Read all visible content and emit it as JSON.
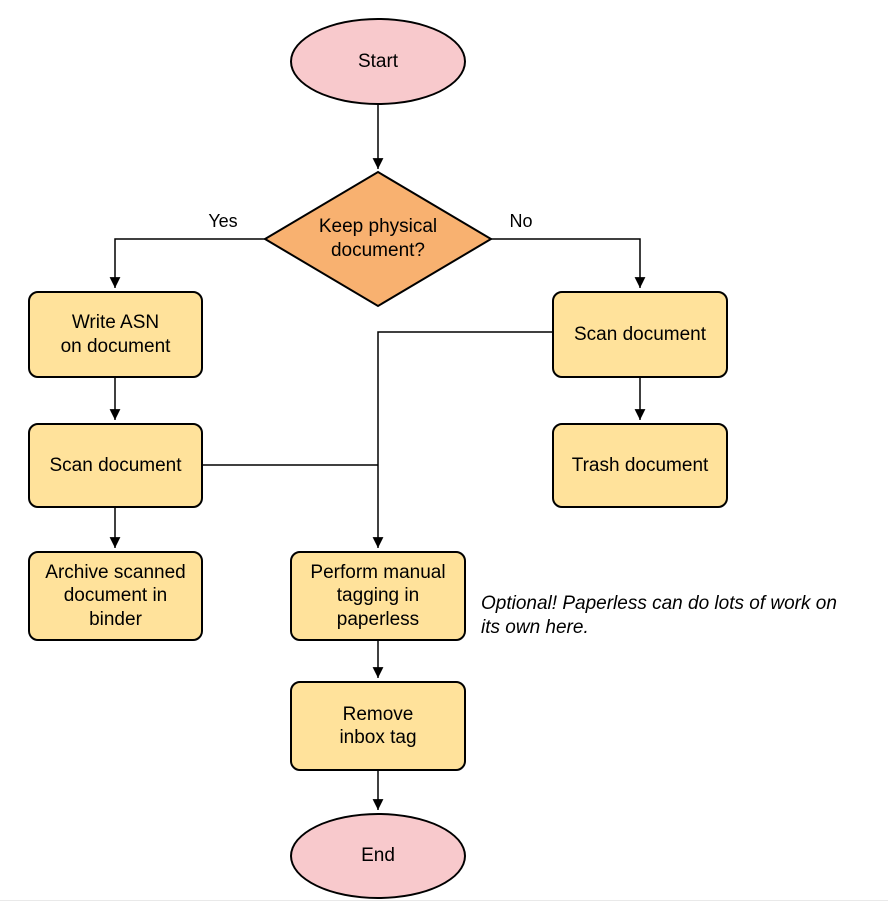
{
  "colors": {
    "stroke": "#000000",
    "terminal_fill": "#f8c9cc",
    "decision_fill": "#f8b170",
    "process_fill": "#ffe29b"
  },
  "nodes": {
    "start": {
      "label": "Start"
    },
    "decision": {
      "label": "Keep physical\ndocument?"
    },
    "write_asn": {
      "label": "Write ASN\non document"
    },
    "scan_left": {
      "label": "Scan document"
    },
    "archive": {
      "label": "Archive scanned\ndocument in\nbinder"
    },
    "scan_right": {
      "label": "Scan document"
    },
    "trash": {
      "label": "Trash document"
    },
    "tagging": {
      "label": "Perform manual\ntagging in\npaperless"
    },
    "remove_inbox": {
      "label": "Remove\ninbox tag"
    },
    "end": {
      "label": "End"
    }
  },
  "edge_labels": {
    "yes": "Yes",
    "no": "No"
  },
  "annotation": {
    "text": "Optional! Paperless can do lots of work on\nits own here."
  }
}
